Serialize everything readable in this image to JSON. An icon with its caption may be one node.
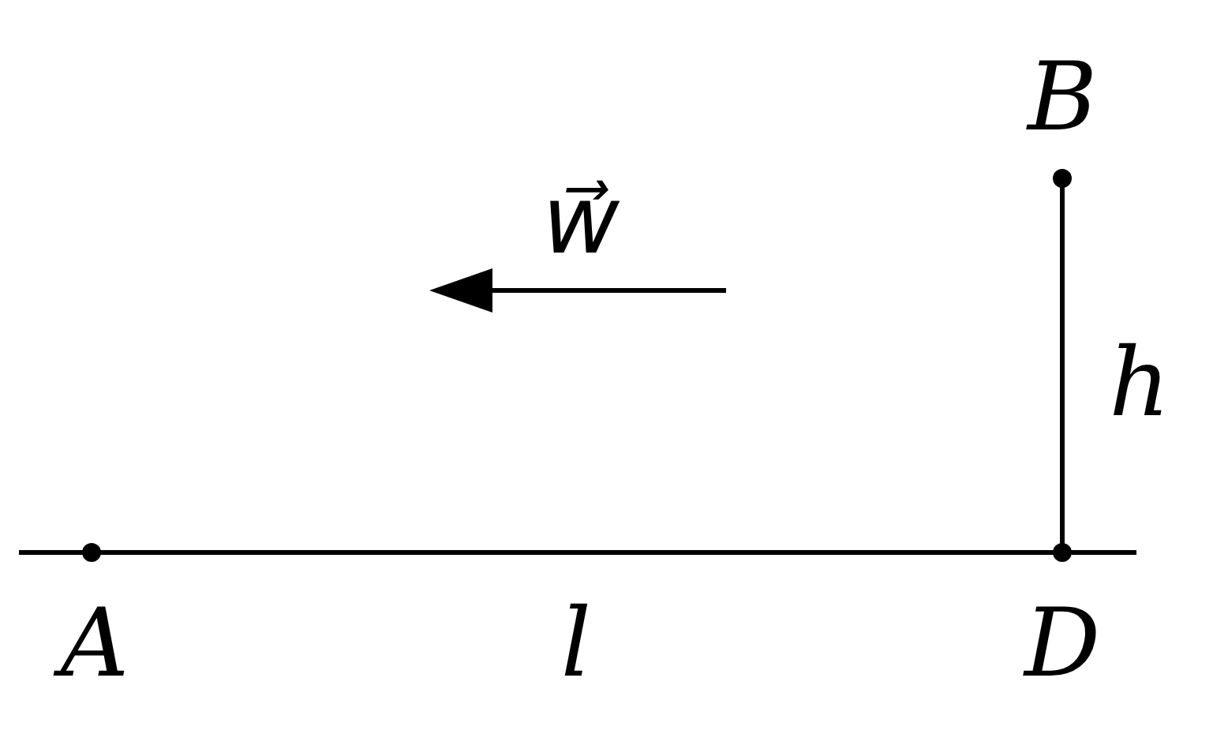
{
  "diagram": {
    "labels": [
      "B",
      "w⃗",
      "h",
      "A",
      "l",
      "D"
    ]
  }
}
